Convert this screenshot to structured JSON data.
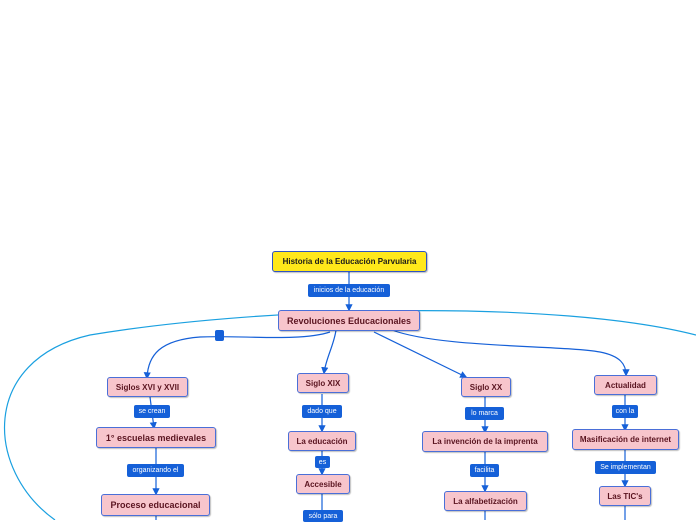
{
  "colors": {
    "root_fill": "#ffe81a",
    "node_fill": "#f7c5cc",
    "node_border": "#4a6fd8",
    "label_fill": "#1560d8",
    "connector": "#1560d8",
    "boundary": "#1aa0e0"
  },
  "root": "Historia de la Educación Parvularia",
  "root_link": "inicios de la educación",
  "center": "Revoluciones Educacionales",
  "branches": {
    "b1": {
      "title": "Siglos XVI y XVII",
      "l1": "se crean",
      "n2": "1° escuelas medievales",
      "l2": "organizando el",
      "n3": "Proceso educacional"
    },
    "b2": {
      "title": "Siglo XIX",
      "l1": "dado que",
      "n2": "La educación",
      "l2": "es",
      "n3": "Accesible",
      "l3": "sólo para"
    },
    "b3": {
      "title": "Siglo XX",
      "l1": "lo marca",
      "n2": "La invención de la imprenta",
      "l2": "facilita",
      "n3": "La alfabetización"
    },
    "b4": {
      "title": "Actualidad",
      "l1": "con la",
      "n2": "Masificación de internet",
      "l2": "Se implementan",
      "n3": "Las TIC's"
    }
  }
}
